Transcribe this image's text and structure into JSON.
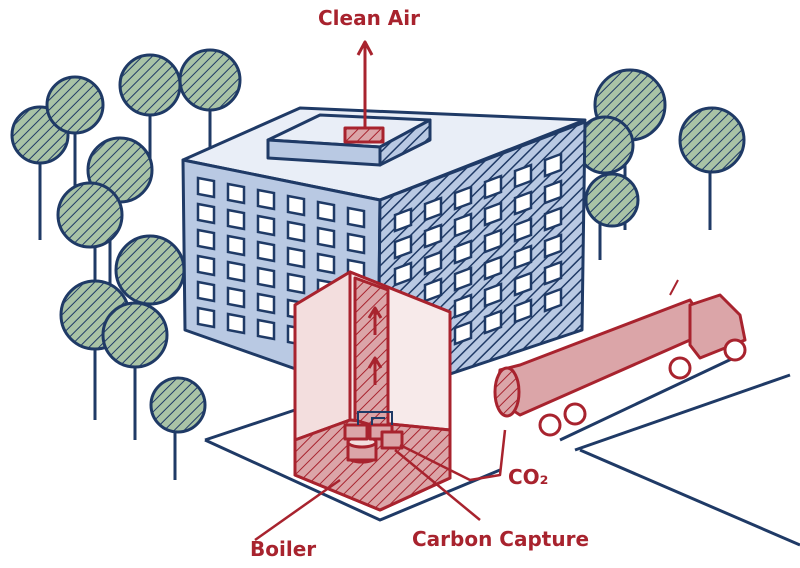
{
  "labels": {
    "clean_air": "Clean Air",
    "co2": "CO₂",
    "boiler": "Boiler",
    "carbon_capture": "Carbon Capture"
  },
  "colors": {
    "ink": "#1f3a66",
    "building": "#b9c9e3",
    "red": "#a8232e",
    "red_fill": "#dba5a8",
    "tree": "#a9c3a6"
  }
}
